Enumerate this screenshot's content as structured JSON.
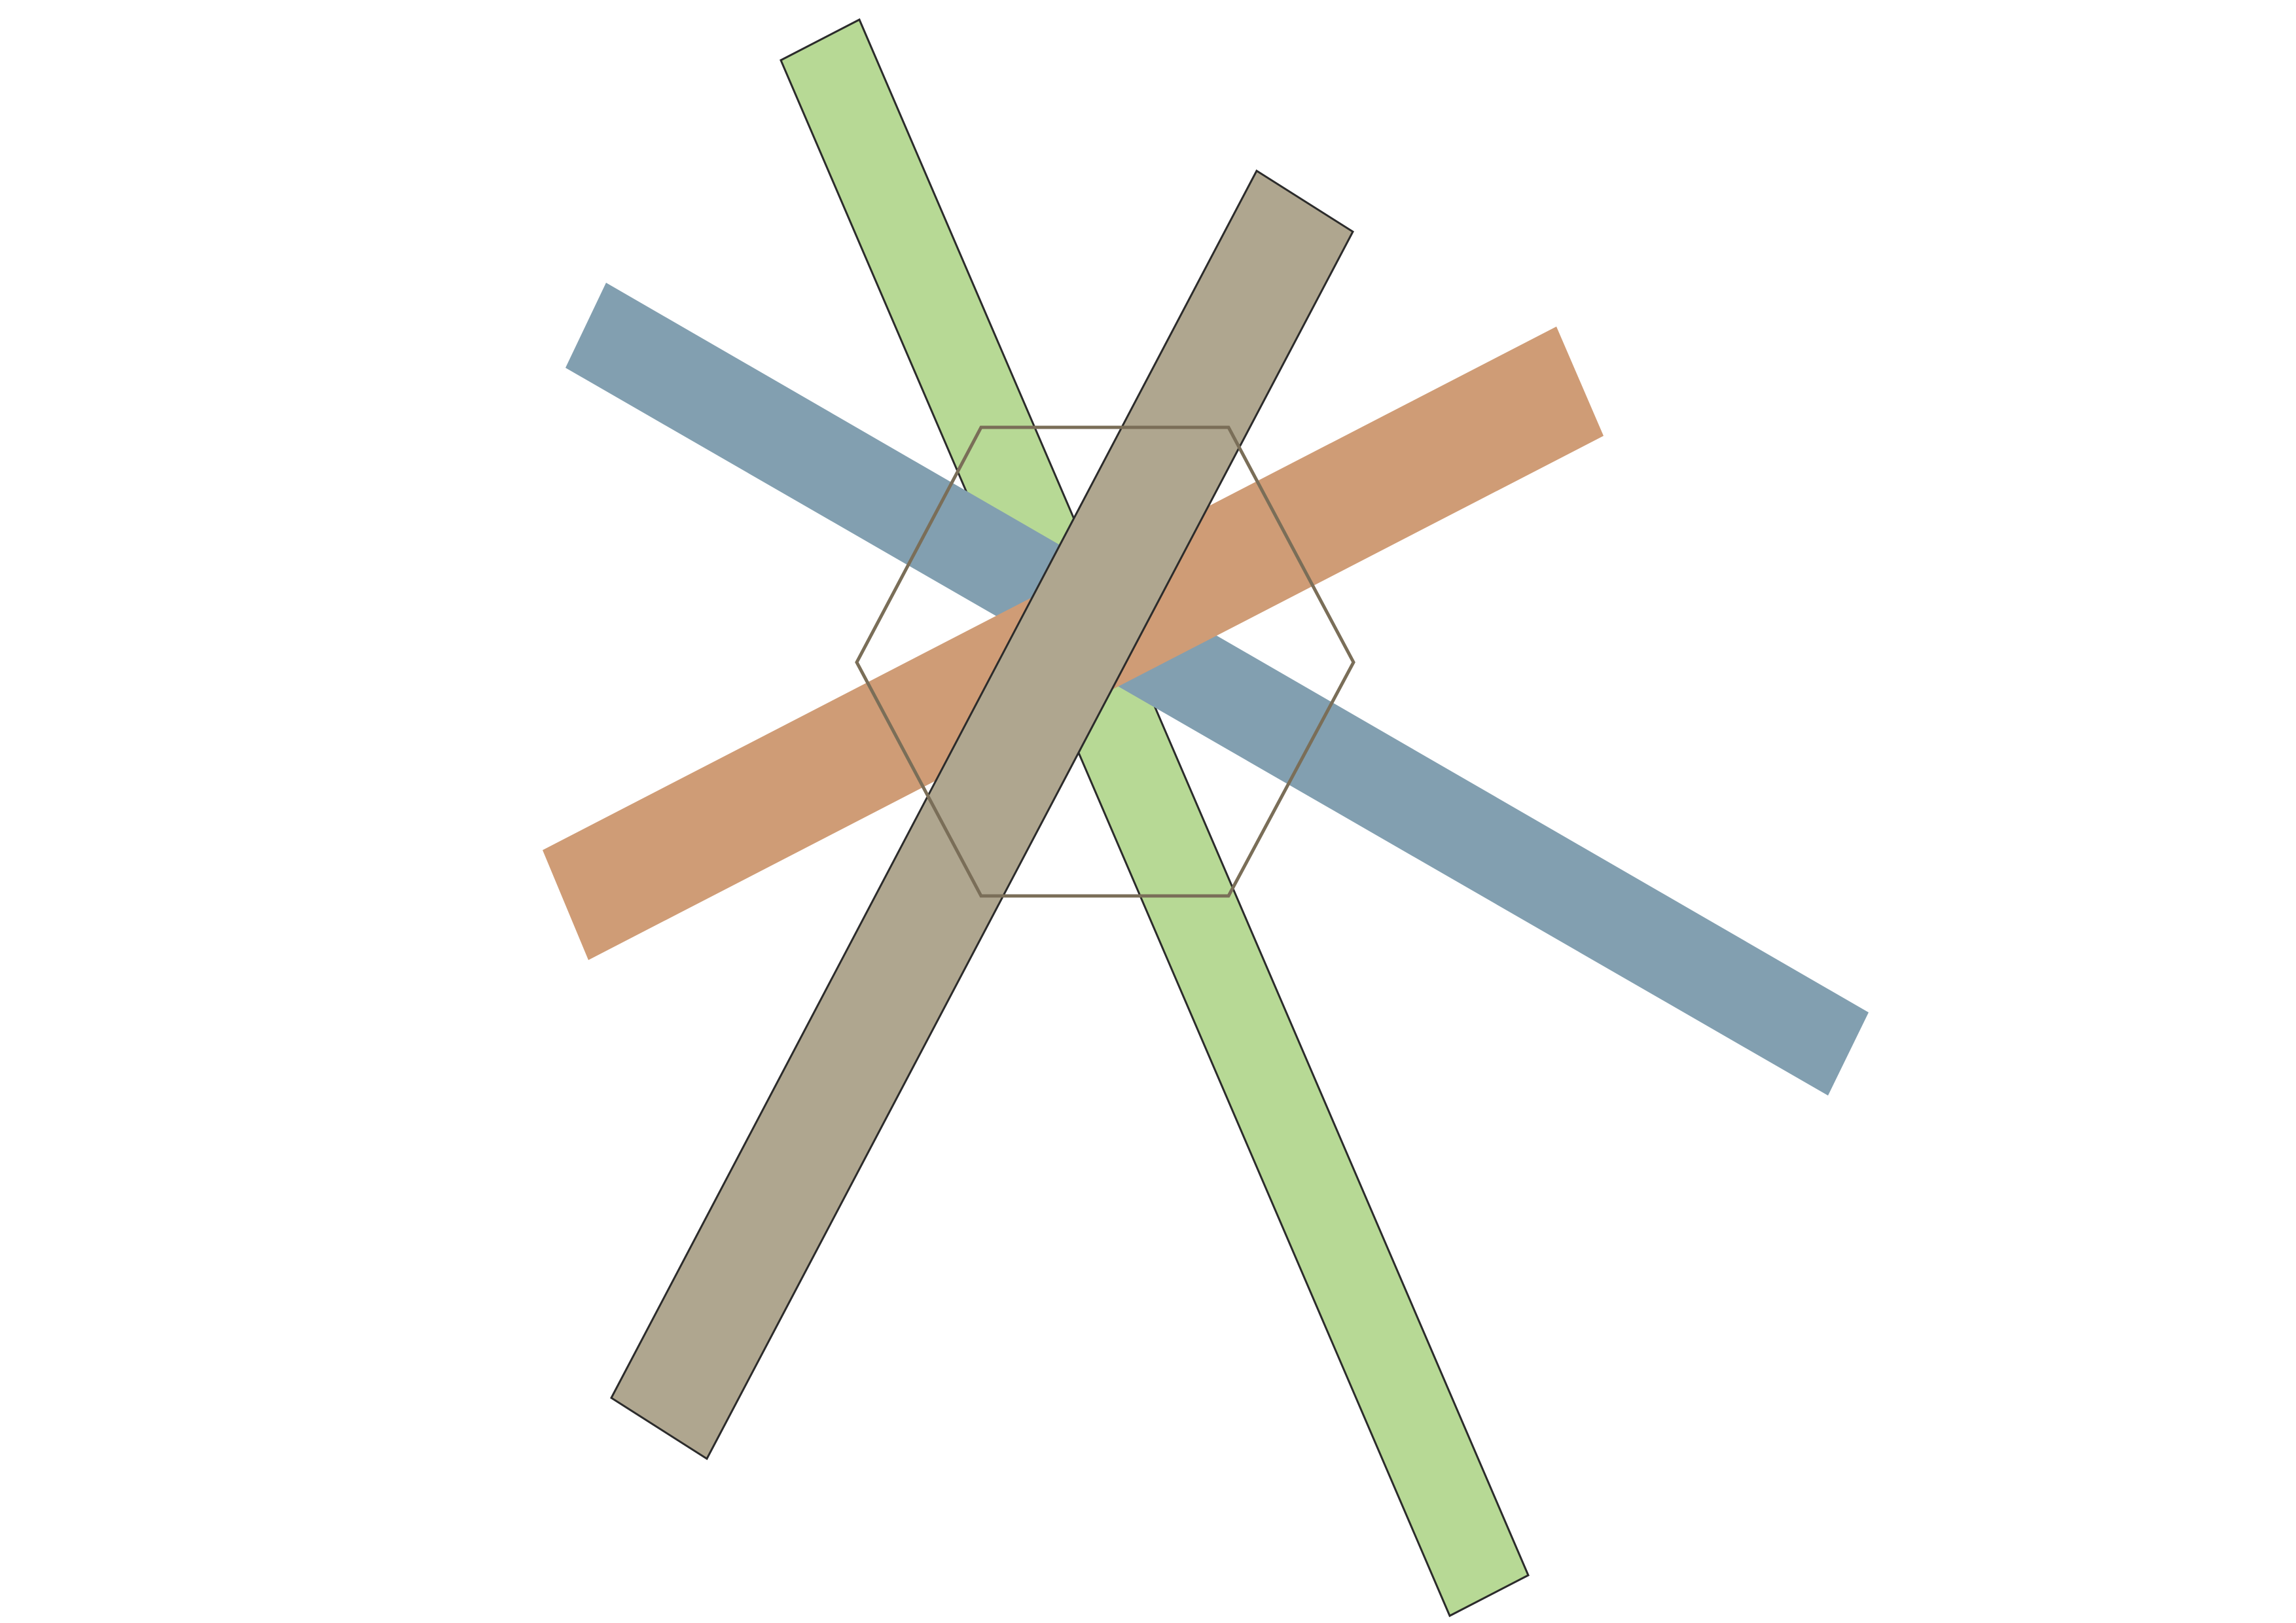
{
  "background_color": "#ffffff",
  "shapes": {
    "green_bar": {
      "fill": "#b7d995",
      "stroke": "#2b2b2b",
      "icon": "diagonal-bar-shape"
    },
    "blue_bar": {
      "fill": "#829fb0",
      "stroke": "none",
      "icon": "diagonal-bar-shape"
    },
    "orange_bar": {
      "fill": "#cf9c76",
      "stroke": "none",
      "icon": "diagonal-bar-shape"
    },
    "taupe_bar": {
      "fill": "#afa68f",
      "stroke": "#2b2b2b",
      "icon": "diagonal-bar-shape"
    },
    "hexagon": {
      "fill": "none",
      "stroke": "#7a6e58",
      "icon": "hexagon-outline-shape"
    }
  }
}
